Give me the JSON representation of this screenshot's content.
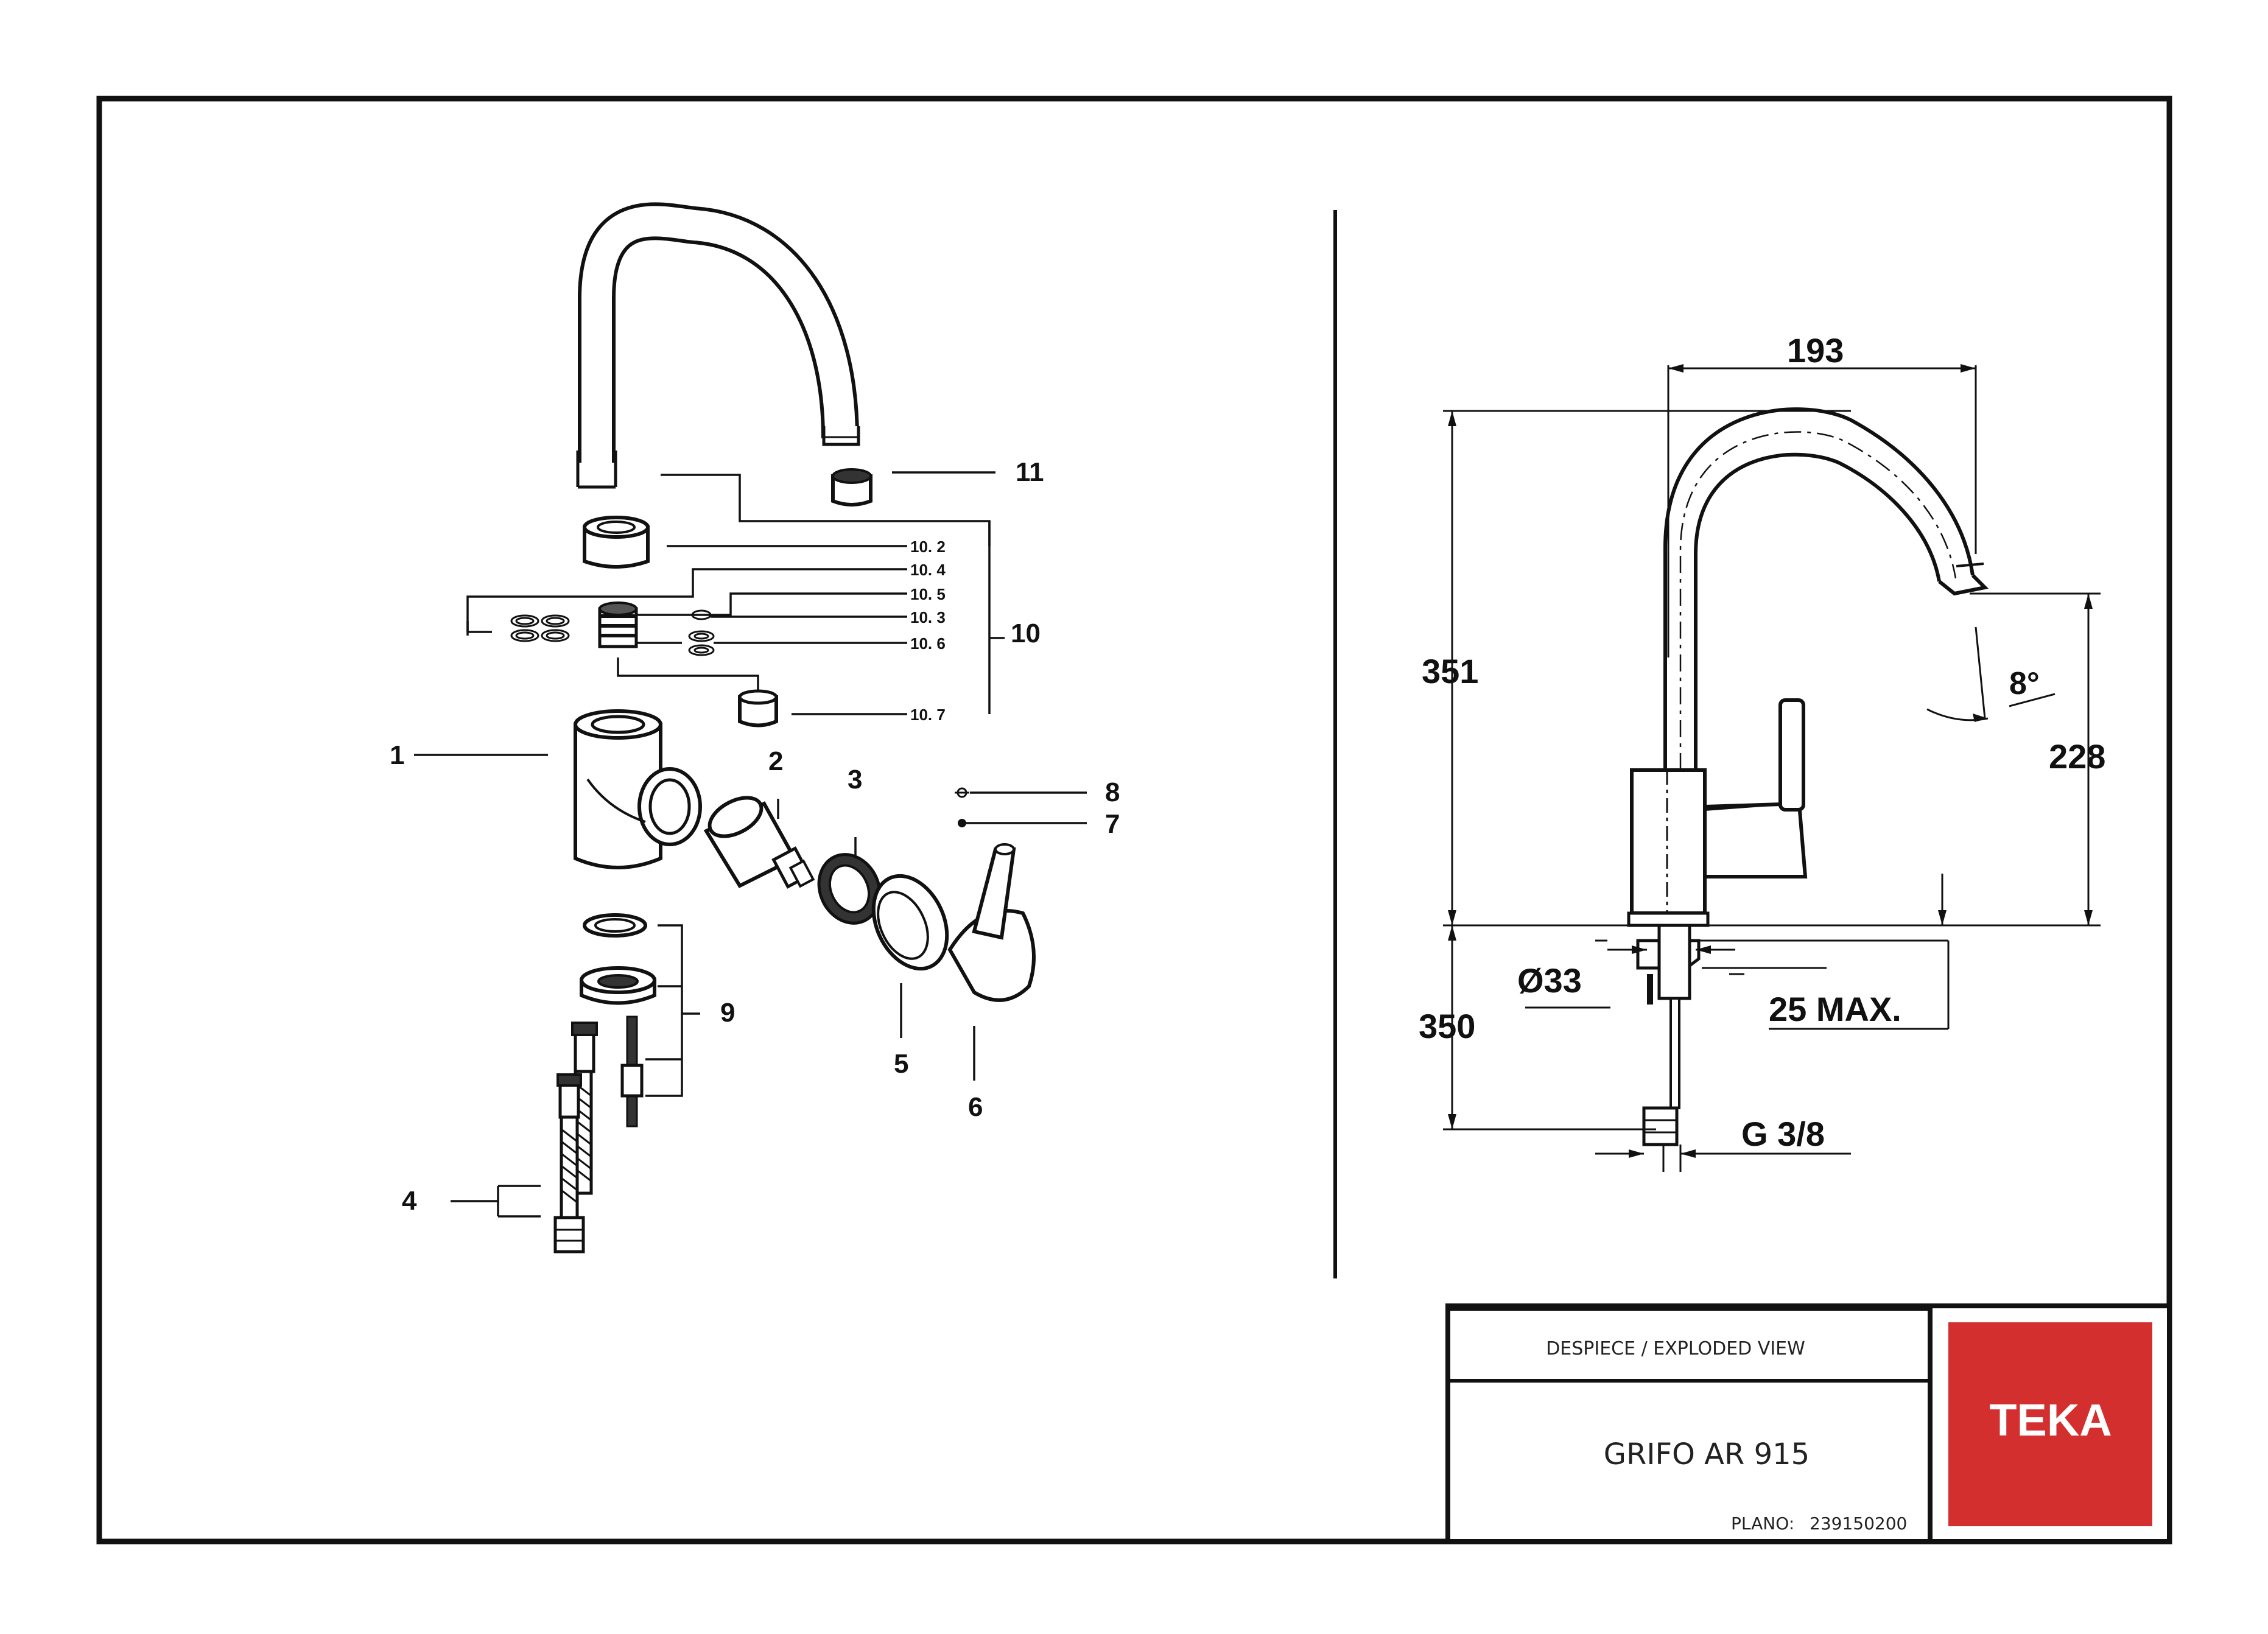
{
  "exploded_view": {
    "parts": [
      {
        "id": "1"
      },
      {
        "id": "2"
      },
      {
        "id": "3"
      },
      {
        "id": "4"
      },
      {
        "id": "5"
      },
      {
        "id": "6"
      },
      {
        "id": "7"
      },
      {
        "id": "8"
      },
      {
        "id": "9"
      },
      {
        "id": "10"
      },
      {
        "id": "11"
      }
    ],
    "sub_parts": [
      "10. 2",
      "10. 4",
      "10. 5",
      "10. 3",
      "10. 6",
      "10. 7"
    ]
  },
  "dimensions": {
    "spout_reach": "193",
    "total_height": "351",
    "angle": "8°",
    "outlet_height": "228",
    "base_diameter": "Ø33",
    "hose_length": "350",
    "max_thickness": "25 MAX.",
    "thread": "G 3/8"
  },
  "title_block": {
    "view_label": "DESPIECE / EXPLODED VIEW",
    "product_name": "GRIFO AR 915",
    "plan_label": "PLANO:",
    "plan_number": "239150200",
    "brand": "TEKA",
    "brand_color": "#d32f2f"
  }
}
